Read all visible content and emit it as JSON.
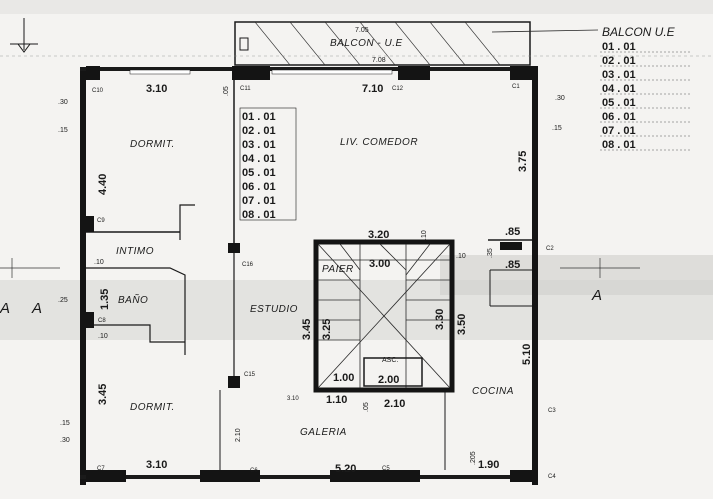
{
  "legend": {
    "title": "BALCON  U.E",
    "units": [
      "01 . 01",
      "02 . 01",
      "03 . 01",
      "04 . 01",
      "05 . 01",
      "06 . 01",
      "07 . 01",
      "08 . 01"
    ]
  },
  "unit_list": [
    "01 . 01",
    "02 . 01",
    "03 . 01",
    "04 . 01",
    "05 . 01",
    "06 . 01",
    "07 . 01",
    "08 . 01"
  ],
  "rooms": {
    "balcon": "BALCON - U.E",
    "dormit_top": "DORMIT.",
    "liv_comedor": "LIV. COMEDOR",
    "intimo": "INTIMO",
    "bano": "BAÑO",
    "estudio": "ESTUDIO",
    "paier": "PAIER",
    "asc": "ASC.",
    "cocina": "COCINA",
    "dormit_bottom": "DORMIT.",
    "galeria": "GALERIA"
  },
  "dimensions": {
    "d705": "7.05",
    "d708": "7.08",
    "d310_top": "3.10",
    "d710": "7.10",
    "d440": "4.40",
    "d375": "3.75",
    "d320": "3.20",
    "d300": "3.00",
    "d345_mid": "3.45",
    "d325": "3.25",
    "d330": "3.30",
    "d350": "3.50",
    "d510": "5.10",
    "d345_left": "3.45",
    "d135": "1.35",
    "d110": "1.10",
    "d210": "2.10",
    "d100": "1.00",
    "d200": "2.00",
    "d310_bottom": "3.10",
    "d520": "5.20",
    "d190": "1.90",
    "d085a": ".85",
    "d085b": ".85",
    "d030a": ".30",
    "d015a": ".15",
    "d030b": ".30",
    "d015b": ".15",
    "d010a": ".10",
    "d010b": ".10",
    "d025": ".25",
    "d005": ".05",
    "d010c": ".10",
    "d015c": ".15",
    "d030c": ".30",
    "d205": ".205",
    "d010d": ".10",
    "d310_small": "3.10",
    "d210_small": "2.10",
    "d005b": ".05",
    "d035": ".35"
  },
  "columns": {
    "c1": "C1",
    "c2": "C2",
    "c3": "C3",
    "c4": "C4",
    "c5": "C5",
    "c6": "C6",
    "c7": "C7",
    "c8": "C8",
    "c9": "C9",
    "c10": "C10",
    "c11": "C11",
    "c12": "C12",
    "c15": "C15",
    "c16": "C16"
  },
  "section_marks": {
    "left_a": "A",
    "left_a2": "A",
    "right_a": "A"
  }
}
